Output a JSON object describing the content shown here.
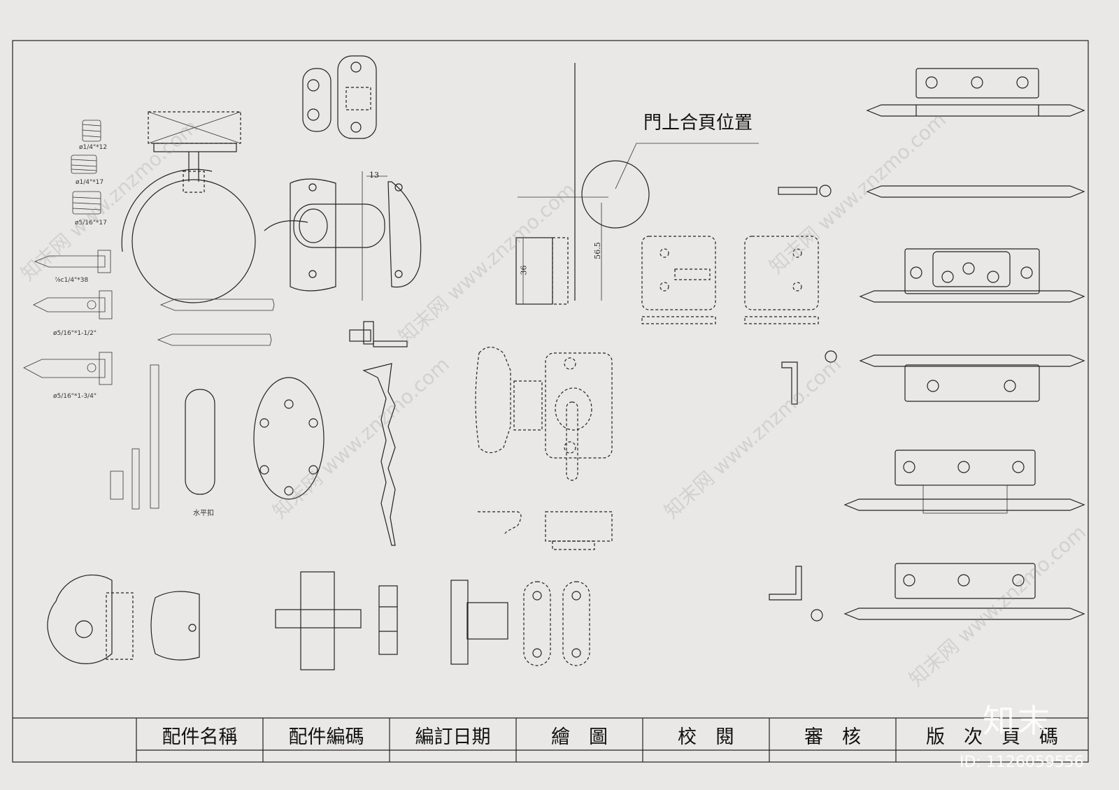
{
  "screw_labels": [
    "ø1/4\"*12",
    "ø1/4\"*17",
    "ø5/16\"*17",
    "⅞c1/4\"*38",
    "ø5/16\"*1-1/2\"",
    "ø5/16\"*1-3/4\""
  ],
  "level_clip_label": "水平扣",
  "hinge_position_label": "門上合頁位置",
  "dimensions": {
    "top_width": "13",
    "height_36": "36",
    "height_56_5": "56.5"
  },
  "title_block": {
    "headers": [
      "配件名稱",
      "配件編碼",
      "編訂日期",
      "繪　圖",
      "校　閱",
      "審　核",
      "版　次　頁　碼"
    ]
  },
  "watermark": {
    "text": "知末网 www.znzmo.com",
    "brand": "知末",
    "id_text": "ID: 1126059556"
  }
}
